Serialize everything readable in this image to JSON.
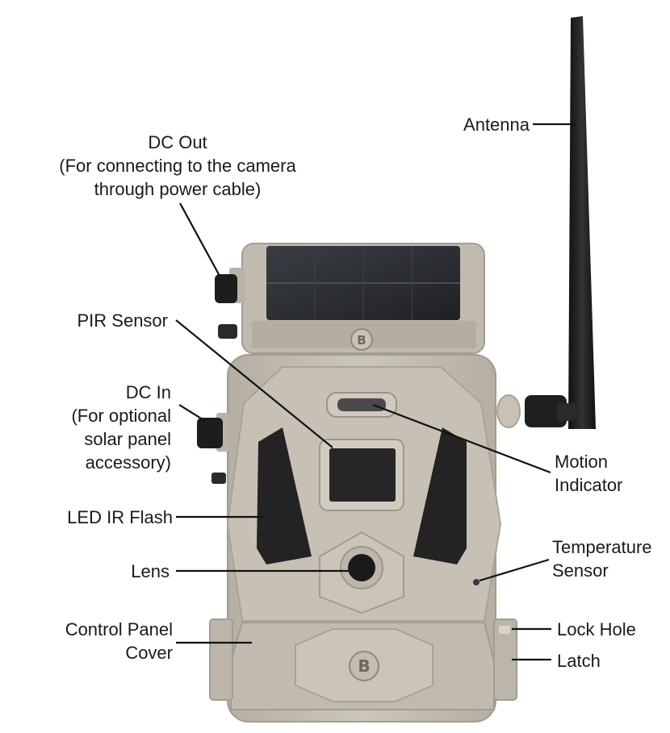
{
  "labels": {
    "antenna": "Antenna",
    "dc_out": [
      "DC Out",
      "(For connecting to the camera",
      "through power cable)"
    ],
    "pir_sensor": "PIR Sensor",
    "dc_in": [
      "DC In",
      "(For optional",
      "solar panel",
      "accessory)"
    ],
    "motion_indicator": [
      "Motion",
      "Indicator"
    ],
    "led_ir_flash": "LED IR Flash",
    "lens": "Lens",
    "temperature_sensor": [
      "Temperature",
      "Sensor"
    ],
    "control_panel_cover": [
      "Control Panel",
      "Cover"
    ],
    "lock_hole": "Lock Hole",
    "latch": "Latch"
  },
  "colors": {
    "housing": "#c3bdb1",
    "housing_shadow": "#a9a296",
    "housing_light": "#d6d1c7",
    "solar_panel": "#2b2d31",
    "dark_window": "#262626",
    "antenna": "#1c1c1c",
    "leader_line": "#111111"
  }
}
